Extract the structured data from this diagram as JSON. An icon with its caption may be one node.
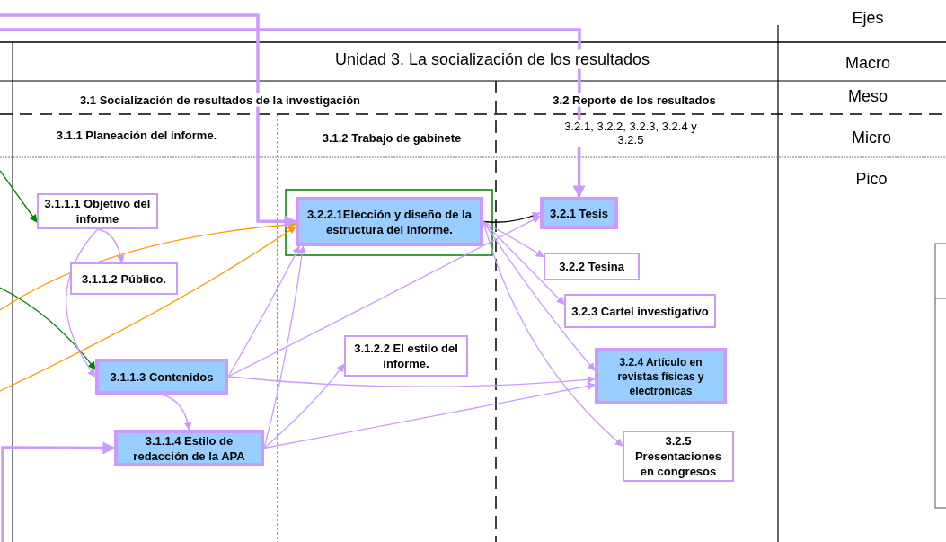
{
  "diagram": {
    "nodes": [
      {
        "text": [
          "3.1.1.1 Objetivo del informe"
        ]
      },
      {
        "text": [
          "3.1.1.2 Público."
        ]
      },
      {
        "text": [
          "3.1.1.3 Contenidos"
        ]
      },
      {
        "text": [
          "3.1.1.4 Estilo de redacción de la APA"
        ]
      },
      {
        "text": [
          "3.2.2.1Elección  y diseño de la estructura del informe."
        ]
      },
      {
        "text": [
          "3.1.2.2 El estilo del informe."
        ]
      },
      {
        "text": [
          "3.2.1 Tesis"
        ]
      },
      {
        "text": [
          "3.2.2 Tesina"
        ]
      },
      {
        "text": [
          "3.2.3 Cartel investigativo"
        ]
      },
      {
        "text": [
          "3.2.4 Artículo en revistas físicas y electrónicas"
        ]
      },
      {
        "text": [
          "3.2.5 Presentaciones en congresos"
        ]
      }
    ],
    "edges": [
      {
        "from": null,
        "to": 0,
        "arrow": "to",
        "color": "#008000"
      },
      {
        "from": null,
        "to": 2,
        "arrow": "to",
        "color": "#008000"
      },
      {
        "from": null,
        "to": 4,
        "arrow": "to",
        "color": "#ff9900"
      },
      {
        "from": null,
        "to": 4,
        "arrow": "to",
        "color": "#ff9900"
      },
      {
        "from": null,
        "to": 4,
        "arrow": "to",
        "style": "thick"
      },
      {
        "from": null,
        "to": 6,
        "arrow": "to",
        "style": "thick"
      },
      {
        "from": null,
        "to": 3,
        "arrow": "to",
        "style": "thick"
      },
      {
        "from": 0,
        "to": 1,
        "arrow": "to"
      },
      {
        "from": 0,
        "to": 2,
        "arrow": "to"
      },
      {
        "from": 2,
        "to": 3,
        "arrow": "to"
      },
      {
        "from": 2,
        "to": 4,
        "arrow": "to"
      },
      {
        "from": 2,
        "to": 6,
        "arrow": "to"
      },
      {
        "from": 2,
        "to": 9,
        "arrow": "to"
      },
      {
        "from": 3,
        "to": 4,
        "arrow": "to"
      },
      {
        "from": 3,
        "to": 5,
        "arrow": "to"
      },
      {
        "from": 3,
        "to": 9,
        "arrow": "to"
      },
      {
        "from": 4,
        "to": 6,
        "arrow": "to",
        "color": "#000000"
      },
      {
        "from": 4,
        "to": 7,
        "arrow": "to"
      },
      {
        "from": 4,
        "to": 8,
        "arrow": "to"
      },
      {
        "from": 4,
        "to": 9,
        "arrow": "to"
      },
      {
        "from": 4,
        "to": 10,
        "arrow": "to"
      }
    ],
    "labels": [
      "Ejes",
      "Unidad 3. La socialización de los resultados",
      "Macro",
      "3.1 Socialización de resultados de la investigación",
      "3.2 Reporte de los resultados",
      "Meso",
      "3.1.1 Planeación del informe.",
      "3.1.2 Trabajo de gabinete",
      "3.2.1, 3.2.2, 3.2.3, 3.2.4 y 3.2.5",
      "Micro",
      "Pico"
    ]
  }
}
